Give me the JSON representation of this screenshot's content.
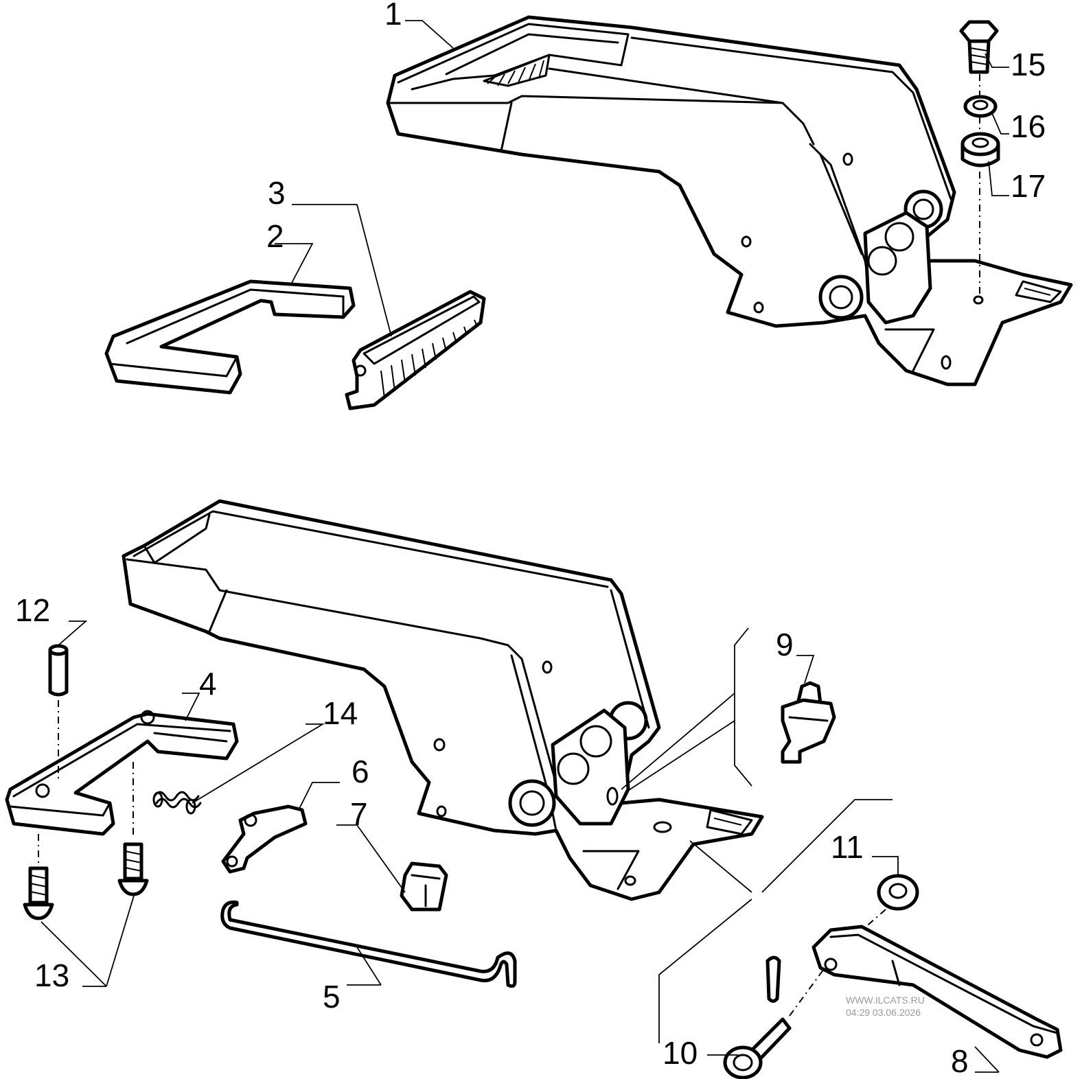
{
  "diagram": {
    "parts": [
      {
        "id": "1",
        "label": "1"
      },
      {
        "id": "2",
        "label": "2"
      },
      {
        "id": "3",
        "label": "3"
      },
      {
        "id": "4",
        "label": "4"
      },
      {
        "id": "5",
        "label": "5"
      },
      {
        "id": "6",
        "label": "6"
      },
      {
        "id": "7",
        "label": "7"
      },
      {
        "id": "8",
        "label": "8"
      },
      {
        "id": "9",
        "label": "9"
      },
      {
        "id": "10",
        "label": "10"
      },
      {
        "id": "11",
        "label": "11"
      },
      {
        "id": "12",
        "label": "12"
      },
      {
        "id": "13",
        "label": "13"
      },
      {
        "id": "14",
        "label": "14"
      },
      {
        "id": "15",
        "label": "15"
      },
      {
        "id": "16",
        "label": "16"
      },
      {
        "id": "17",
        "label": "17"
      }
    ],
    "watermark": {
      "site": "WWW.ILCATS.RU",
      "timestamp": "04:29 03.06.2026"
    }
  }
}
